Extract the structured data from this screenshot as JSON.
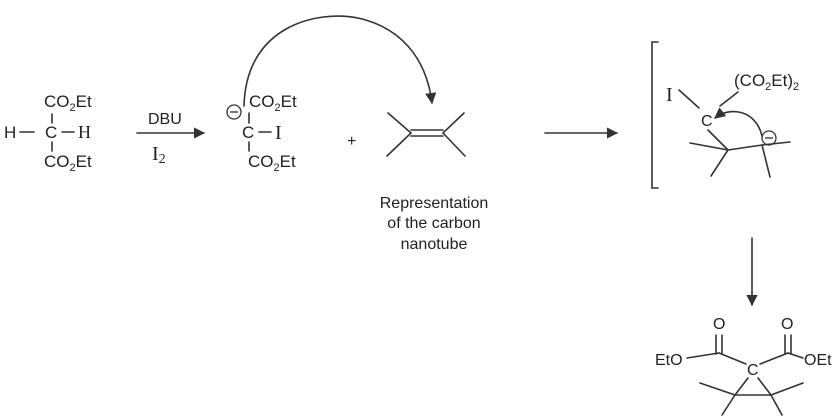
{
  "malonate": {
    "top_group": "CO2Et",
    "left_h": "H",
    "carbon": "C",
    "right_h": "H",
    "bottom_group": "CO2Et"
  },
  "step1": {
    "reagent_top": "DBU",
    "reagent_bottom": "I2"
  },
  "iodomalonate": {
    "charge": "⊖",
    "top_group": "CO2Et",
    "carbon": "C",
    "iodine": "I",
    "bottom_group": "CO2Et"
  },
  "plus_sign": "+",
  "nanotube_caption": [
    "Representation",
    "of the carbon",
    "nanotube"
  ],
  "intermediate": {
    "iodine": "I",
    "ester_group": "(CO2Et)2",
    "carbon": "C",
    "charge": "⊖"
  },
  "product": {
    "oxygen_left": "O",
    "oxygen_right": "O",
    "ethoxy_left": "EtO",
    "ethoxy_right": "OEt",
    "carbon": "C"
  }
}
